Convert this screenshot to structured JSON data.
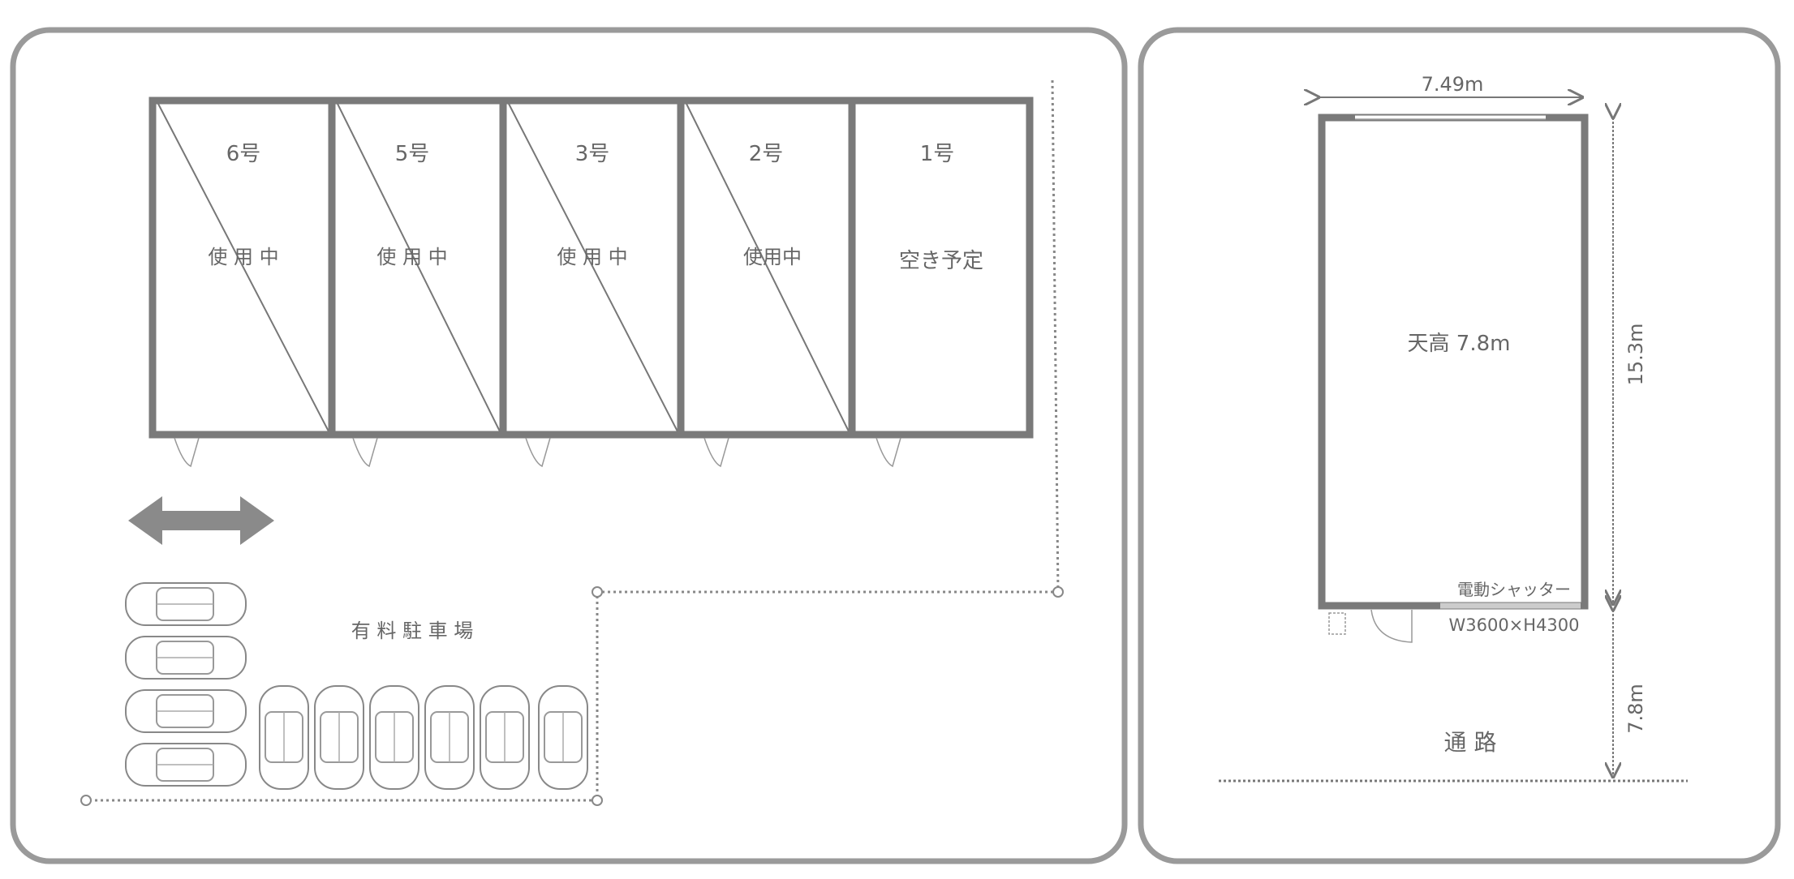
{
  "left_plan": {
    "units": [
      {
        "number": "6号",
        "status": "使 用 中"
      },
      {
        "number": "5号",
        "status": "使 用 中"
      },
      {
        "number": "3号",
        "status": "使 用 中"
      },
      {
        "number": "2号",
        "status": "使用中"
      },
      {
        "number": "1号",
        "status": "空き予定"
      }
    ],
    "parking_label": "有 料 駐 車 場"
  },
  "right_plan": {
    "width_dim": "7.49m",
    "depth_dim": "15.3m",
    "setback_dim": "7.8m",
    "ceiling_label": "天高 7.8m",
    "shutter_label": "電動シャッター",
    "shutter_size": "W3600×H4300",
    "road_label": "通 路"
  },
  "colors": {
    "wall": "#7a7a7a",
    "text": "#666666",
    "frame": "#9a9a9a"
  }
}
